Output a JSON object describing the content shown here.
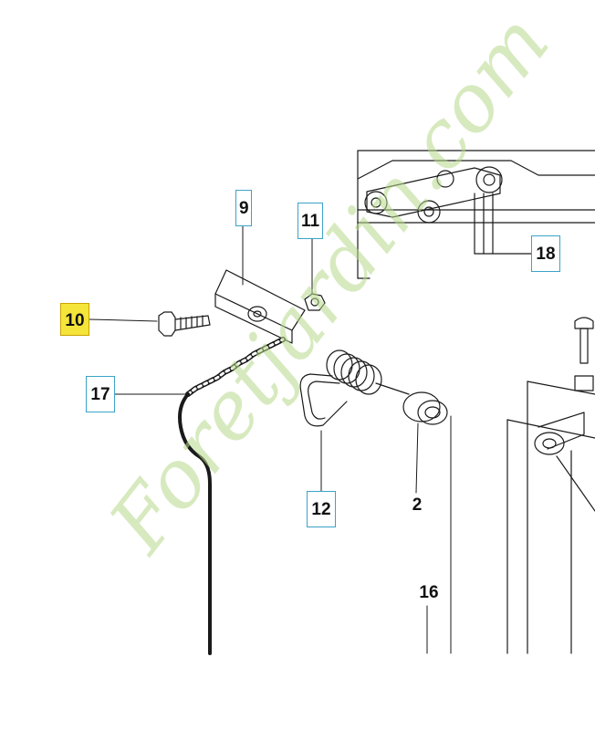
{
  "callouts": [
    {
      "id": "10",
      "text": "10",
      "style": "highlighted"
    },
    {
      "id": "9",
      "text": "9",
      "style": "boxed"
    },
    {
      "id": "11",
      "text": "11",
      "style": "boxed"
    },
    {
      "id": "17",
      "text": "17",
      "style": "boxed"
    },
    {
      "id": "12",
      "text": "12",
      "style": "boxed"
    },
    {
      "id": "18",
      "text": "18",
      "style": "boxed"
    },
    {
      "id": "2",
      "text": "2",
      "style": "plain"
    },
    {
      "id": "16",
      "text": "16",
      "style": "plain"
    }
  ],
  "watermark": {
    "text": "Foretjardin.com",
    "color_forest": "#b7d98c",
    "color_jardin": "#ecc79a",
    "color_com": "#c8bfa8"
  },
  "colors": {
    "line": "#1a1a1a",
    "label_border": "#3ba3c9",
    "highlight": "#f5e43a"
  }
}
